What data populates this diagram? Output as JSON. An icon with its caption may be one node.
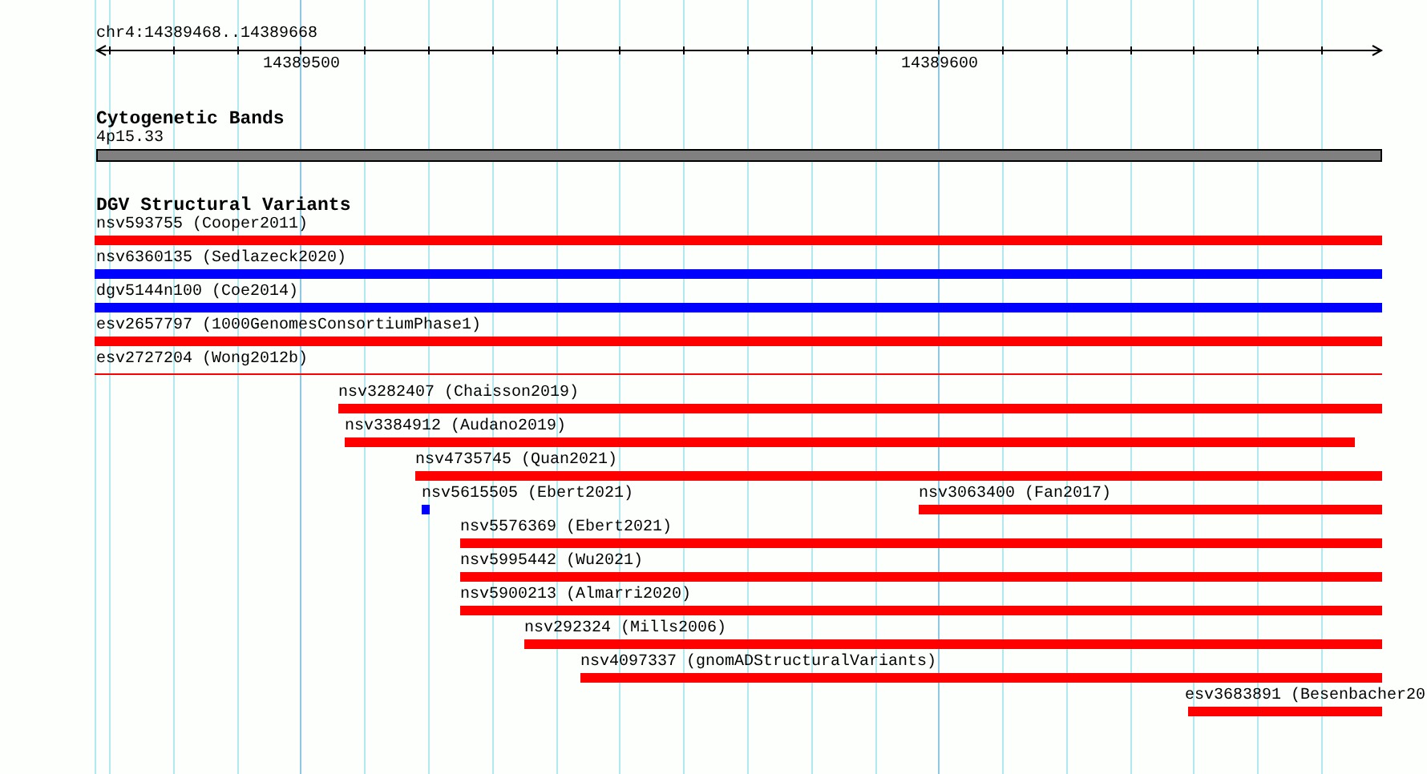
{
  "diagram": {
    "nodes": [
      {
        "text": [
          "4p15.33"
        ]
      },
      {
        "text": [
          "nsv593755 (Cooper2011)"
        ]
      },
      {
        "text": [
          "nsv6360135 (Sedlazeck2020)"
        ]
      },
      {
        "text": [
          "dgv5144n100 (Coe2014)"
        ]
      },
      {
        "text": [
          "esv2657797 (1000GenomesConsortiumPhase1)"
        ]
      },
      {
        "text": [
          "esv2727204 (Wong2012b)"
        ]
      },
      {
        "text": [
          "nsv3282407 (Chaisson2019)"
        ]
      },
      {
        "text": [
          "nsv3384912 (Audano2019)"
        ]
      },
      {
        "text": [
          "nsv4735745 (Quan2021)"
        ]
      },
      {
        "text": [
          "nsv5615505 (Ebert2021)"
        ]
      },
      {
        "text": [
          "nsv3063400 (Fan2017)"
        ]
      },
      {
        "text": [
          "nsv5576369 (Ebert2021)"
        ]
      },
      {
        "text": [
          "nsv5995442 (Wu2021)"
        ]
      },
      {
        "text": [
          "nsv5900213 (Almarri2020)"
        ]
      },
      {
        "text": [
          "nsv292324 (Mills2006)"
        ]
      },
      {
        "text": [
          "nsv4097337 (gnomADStructuralVariants)"
        ]
      },
      {
        "text": [
          "esv3683891 (Besenbacher20"
        ]
      }
    ],
    "labels": [
      "chr4:14389468..14389668",
      "14389500",
      "14389600",
      "Cytogenetic Bands",
      "DGV Structural Variants"
    ]
  }
}
